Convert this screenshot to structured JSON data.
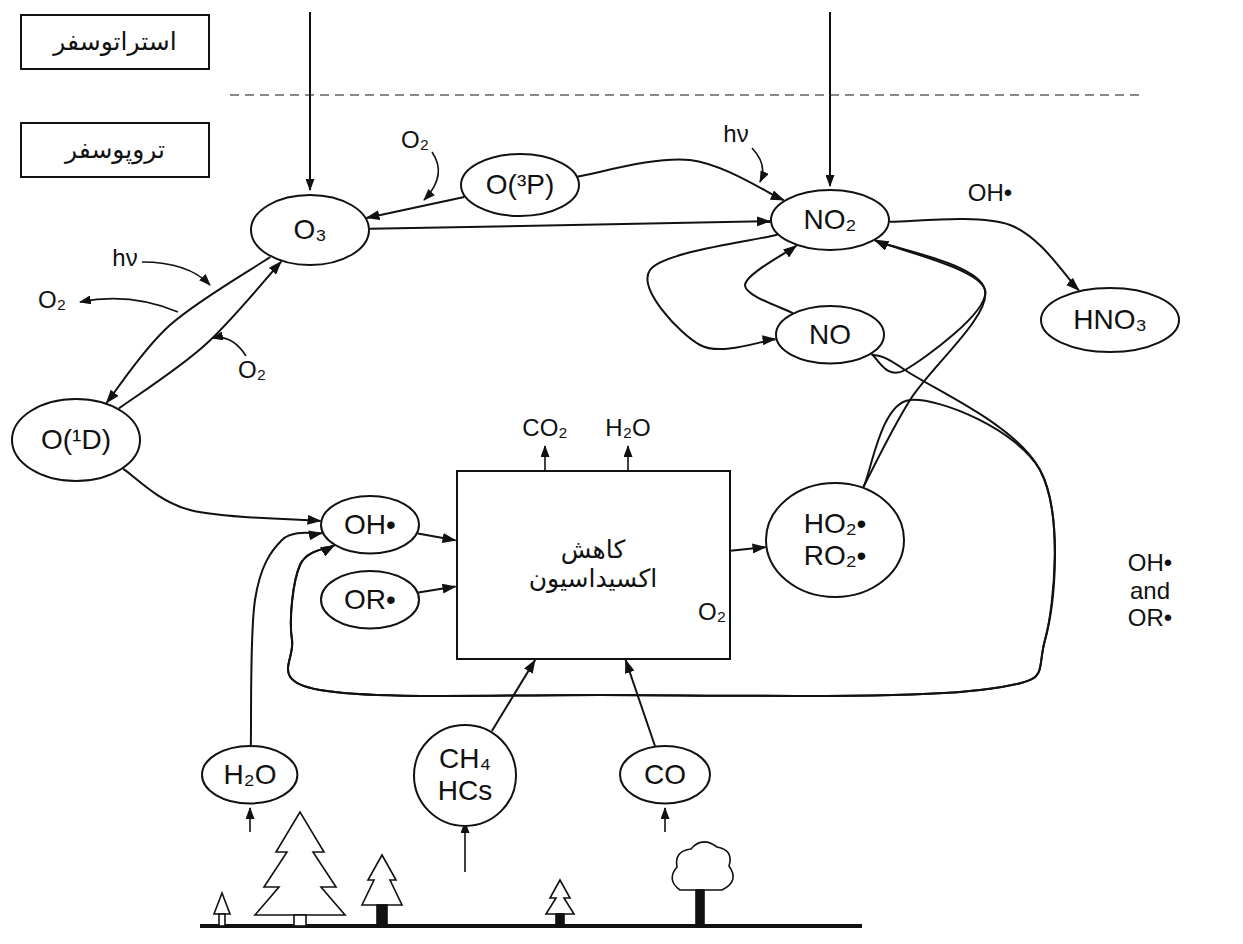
{
  "diagram": {
    "nodes": [
      {
        "text": [
          "استراتوسفر"
        ]
      },
      {
        "text": [
          "تروپوسفر"
        ]
      },
      {
        "text": [
          "O₃"
        ]
      },
      {
        "text": [
          "O(³P)"
        ]
      },
      {
        "text": [
          "NO₂"
        ]
      },
      {
        "text": [
          "HNO₃"
        ]
      },
      {
        "text": [
          "NO"
        ]
      },
      {
        "text": [
          "O(¹D)"
        ]
      },
      {
        "text": [
          "OH•"
        ]
      },
      {
        "text": [
          "OR•"
        ]
      },
      {
        "text": [
          "کاهش اکسیداسیون"
        ]
      },
      {
        "text": [
          "HO₂• RO₂•"
        ]
      },
      {
        "text": [
          "H₂O"
        ]
      },
      {
        "text": [
          "CH₄ HCs"
        ]
      },
      {
        "text": [
          "CO"
        ]
      }
    ],
    "edges": [
      {
        "from": 3,
        "to": 2,
        "arrow": "to"
      },
      {
        "from": 3,
        "to": 4,
        "arrow": "to"
      },
      {
        "from": 2,
        "to": 4,
        "arrow": "to"
      },
      {
        "from": 4,
        "to": 5,
        "label": "OH•",
        "arrow": "to"
      },
      {
        "from": 4,
        "to": 6,
        "arrow": "to"
      },
      {
        "from": 6,
        "to": 4,
        "arrow": "to"
      },
      {
        "from": 6,
        "to": 4,
        "arrow": "to"
      },
      {
        "from": 11,
        "to": 4,
        "arrow": "to"
      },
      {
        "from": 6,
        "to": 8,
        "arrow": "to"
      },
      {
        "from": 11,
        "to": 8,
        "arrow": "to"
      },
      {
        "from": 2,
        "to": 7,
        "arrow": "to"
      },
      {
        "from": 7,
        "to": 2,
        "arrow": "to"
      },
      {
        "from": 7,
        "to": 8,
        "arrow": "to"
      },
      {
        "from": 12,
        "to": 8,
        "arrow": "to"
      },
      {
        "from": 8,
        "to": 10,
        "arrow": "to"
      },
      {
        "from": 9,
        "to": 10,
        "arrow": "to"
      },
      {
        "from": 13,
        "to": 10,
        "arrow": "to"
      },
      {
        "from": 14,
        "to": 10,
        "arrow": "to"
      },
      {
        "from": 10,
        "to": 11,
        "arrow": "to"
      }
    ],
    "labels": [
      "O₂",
      "hν",
      "hν",
      "O₂",
      "O₂",
      "CO₂",
      "H₂O",
      "O₂",
      "OH• and OR•"
    ]
  }
}
